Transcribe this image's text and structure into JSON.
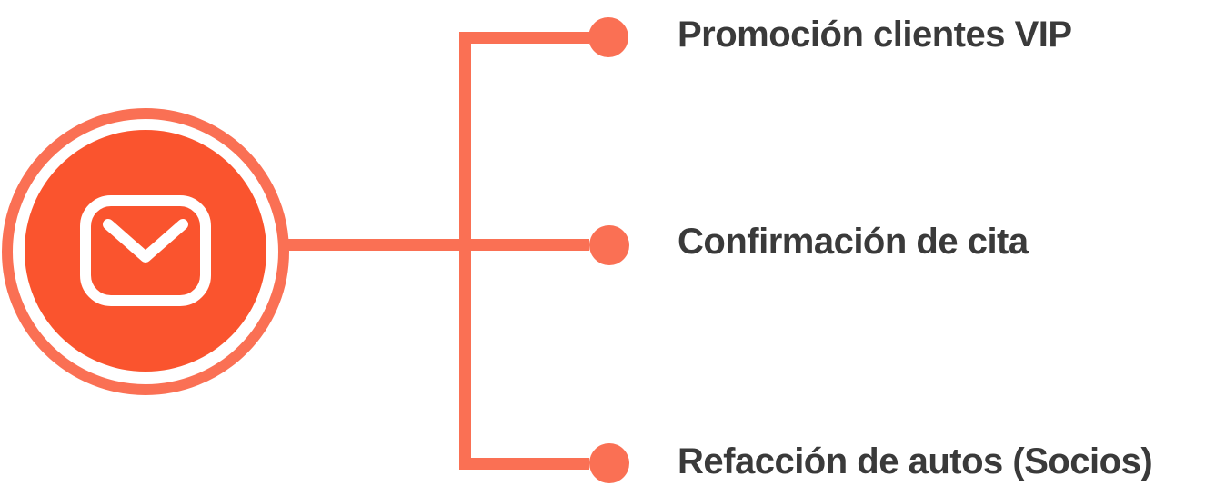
{
  "diagram": {
    "type": "email-branch-diagram",
    "center": {
      "icon": "envelope-icon"
    },
    "branches": [
      {
        "label": "Promoción clientes VIP"
      },
      {
        "label": "Confirmación de cita"
      },
      {
        "label": "Refacción de autos (Socios)"
      }
    ],
    "colors": {
      "circle_fill": "#fa542e",
      "ring": "#fa7054",
      "connector": "#fa7054",
      "dot": "#fa7054",
      "envelope_stroke": "#ffffff",
      "label_text": "#3a3a3a",
      "background": "#ffffff"
    }
  }
}
